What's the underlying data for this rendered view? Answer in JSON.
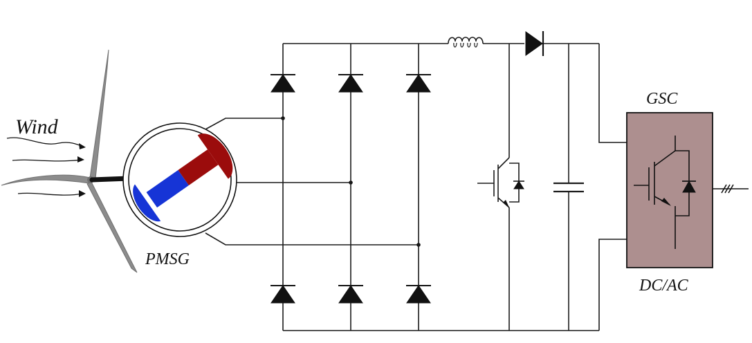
{
  "labels": {
    "wind": "Wind",
    "pmsg": "PMSG",
    "gsc": "GSC",
    "dcac": "DC/AC"
  },
  "colors": {
    "blade": "#8c8c8c",
    "magnet_north": "#9b0c0c",
    "magnet_south": "#1634d6",
    "converter_fill": "#ad8f8f",
    "wire": "#1a1a1a"
  },
  "components": {
    "turbine": "wind-turbine",
    "generator": "permanent-magnet-synchronous-generator",
    "rectifier": "three-phase-diode-bridge",
    "boost": "boost-converter-inductor-igbt-diode",
    "dc_link": "dc-link-capacitor",
    "inverter": "grid-side-converter-igbt",
    "grid": "three-phase-output"
  }
}
